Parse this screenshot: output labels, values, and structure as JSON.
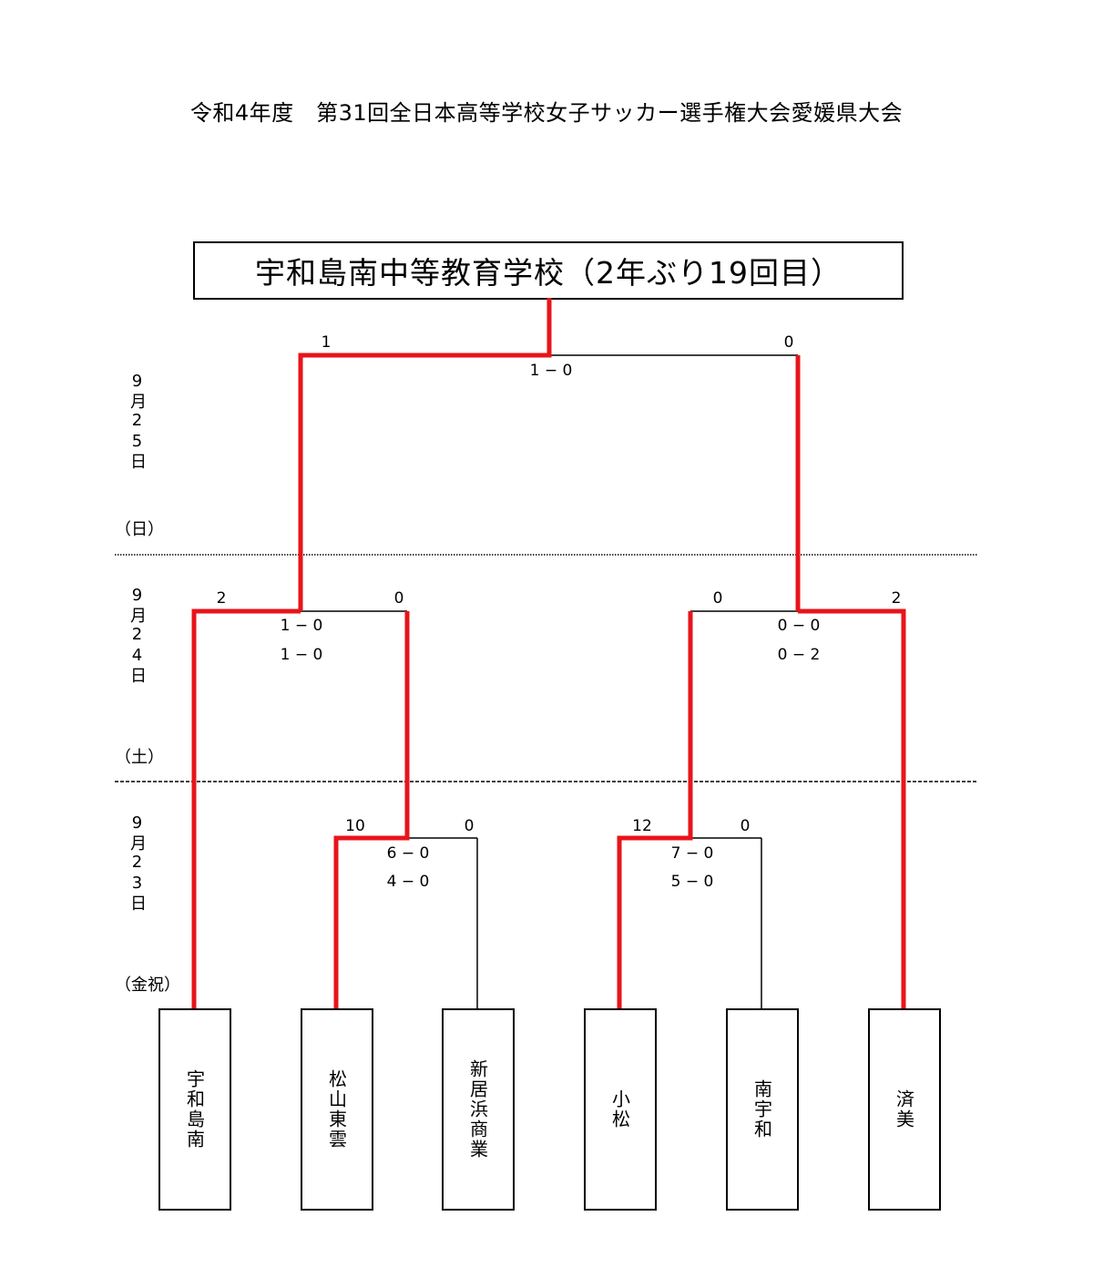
{
  "title": "令和4年度　第31回全日本高等学校女子サッカー選手権大会愛媛県大会",
  "champion": "宇和島南中等教育学校（2年ぶり19回目）",
  "dates": [
    {
      "col": "9月25日",
      "day": "（日）"
    },
    {
      "col": "9月24日",
      "day": "（土）"
    },
    {
      "col": "9月23日",
      "day": "（金祝）"
    }
  ],
  "teams": [
    "宇和島南",
    "松山東雲",
    "新居浜商業",
    "小松",
    "南宇和",
    "済美"
  ],
  "final": {
    "left": "1",
    "right": "0",
    "score": "1 − 0"
  },
  "semis": [
    {
      "left": "2",
      "right": "0",
      "score1": "1 − 0",
      "score2": "1 − 0"
    },
    {
      "left": "0",
      "right": "2",
      "score1": "0 − 0",
      "score2": "0 − 2"
    }
  ],
  "firstRound": [
    {
      "left": "10",
      "right": "0",
      "score1": "6 − 0",
      "score2": "4 − 0"
    },
    {
      "left": "12",
      "right": "0",
      "score1": "7 − 0",
      "score2": "5 − 0"
    }
  ],
  "colors": {
    "winner": "#e8141b",
    "loser": "#000000"
  }
}
